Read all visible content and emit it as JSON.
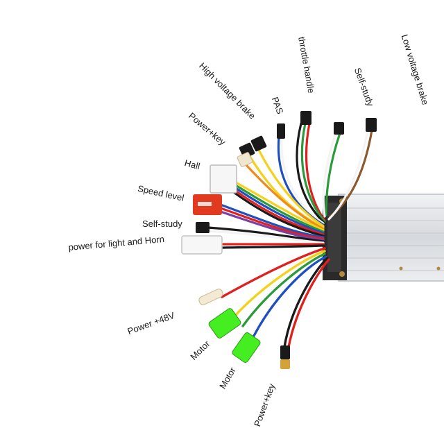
{
  "labels": {
    "low_voltage_brake": "Low voltage brake",
    "self_study_top": "Self-study",
    "throttle_handle": "throttle handle",
    "pas": "PAS",
    "high_voltage_brake": "High voltage brake",
    "power_key_top": "Power+key",
    "hall": "Hall",
    "speed_level": "Speed level",
    "self_study_left": "Self-study",
    "light_horn": "power for light and Horn",
    "power_48v": "Power +48V",
    "motor_1": "Motor",
    "motor_2": "Motor",
    "power_key_bottom": "Power+key"
  },
  "colors": {
    "red": "#e0201e",
    "orange": "#f08a1c",
    "yellow": "#f2d21a",
    "green": "#2a9a3a",
    "blue": "#1f4fc0",
    "purple": "#7a3fa0",
    "brown": "#8a5a2e",
    "white": "#f4f4f4",
    "black": "#1a1a1a",
    "controller_body": "#dcdfe3",
    "controller_edge": "#b9bdc3",
    "green_sleeve": "#44ee20",
    "speed_level_block": "#e23a1f"
  }
}
